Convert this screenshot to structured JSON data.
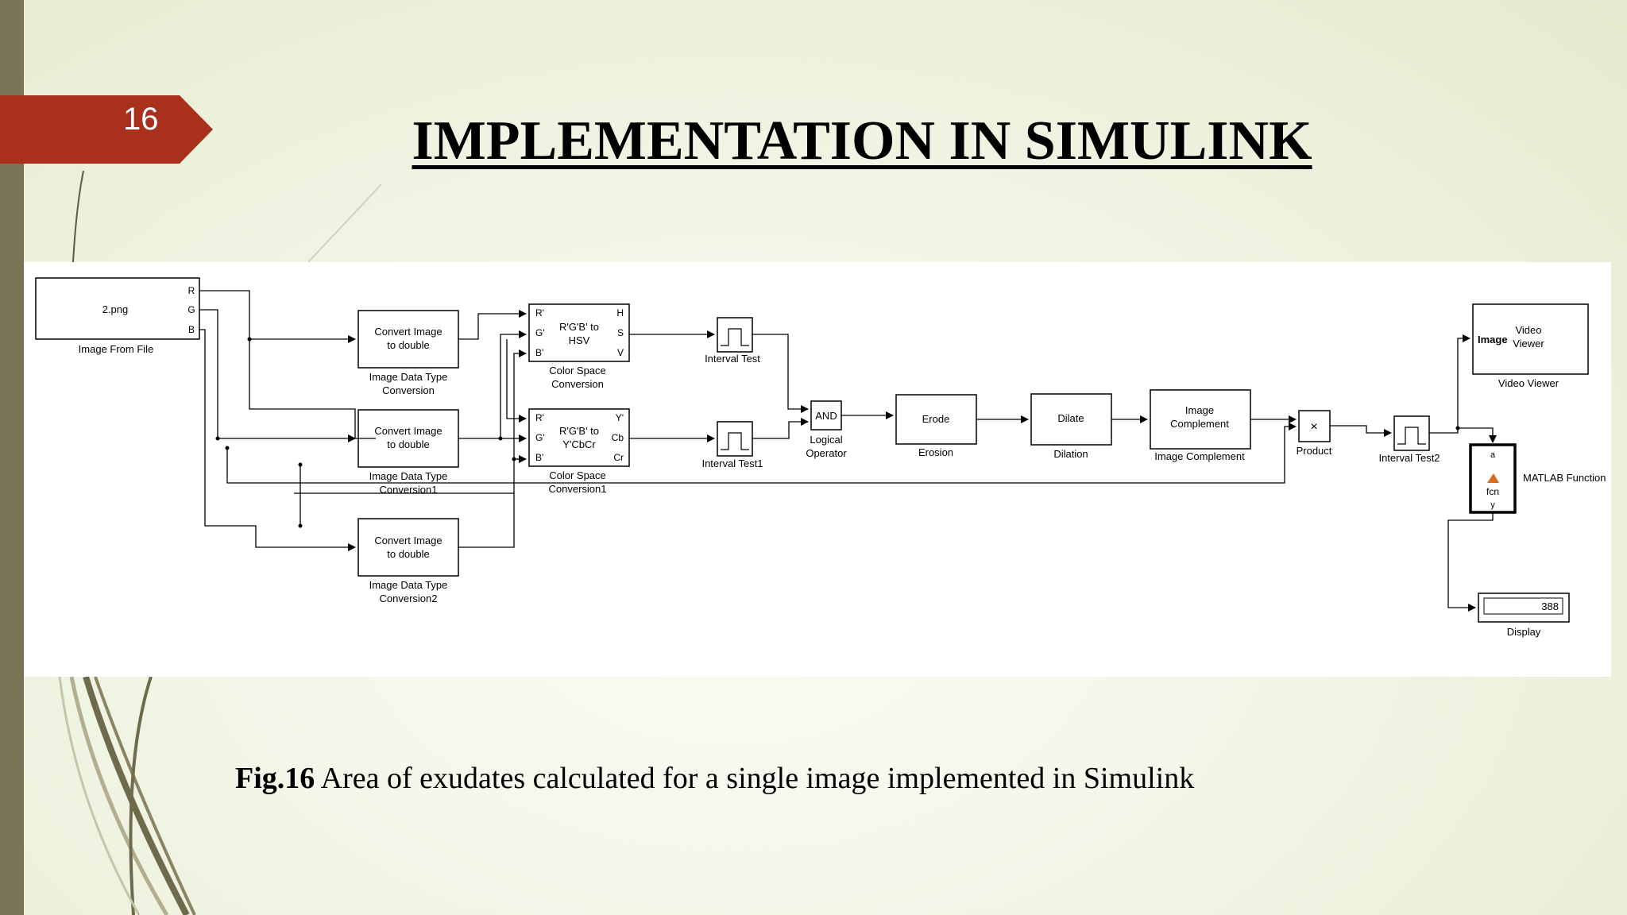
{
  "slide": {
    "number": "16",
    "title": "IMPLEMENTATION IN SIMULINK",
    "caption_bold": "Fig.16",
    "caption_text": " Area of exudates calculated for a single image implemented in Simulink"
  },
  "blocks": {
    "img_from_file": {
      "inner": "2.png",
      "label": "Image From File",
      "ports": [
        "R",
        "G",
        "B"
      ]
    },
    "conv0": {
      "line1": "Convert Image",
      "line2": "to double",
      "label1": "Image Data Type",
      "label2": "Conversion"
    },
    "conv1": {
      "line1": "Convert Image",
      "line2": "to double",
      "label1": "Image Data Type",
      "label2": "Conversion1"
    },
    "conv2": {
      "line1": "Convert Image",
      "line2": "to double",
      "label1": "Image Data Type",
      "label2": "Conversion2"
    },
    "csc0": {
      "line1": "R'G'B' to",
      "line2": "HSV",
      "in": [
        "R'",
        "G'",
        "B'"
      ],
      "out": [
        "H",
        "S",
        "V"
      ],
      "label1": "Color Space",
      "label2": "Conversion"
    },
    "csc1": {
      "line1": "R'G'B' to",
      "line2": "Y'CbCr",
      "in": [
        "R'",
        "G'",
        "B'"
      ],
      "out": [
        "Y'",
        "Cb",
        "Cr"
      ],
      "label1": "Color Space",
      "label2": "Conversion1"
    },
    "interval0": {
      "label": "Interval Test"
    },
    "interval1": {
      "label": "Interval Test1"
    },
    "interval2": {
      "label": "Interval Test2"
    },
    "logical": {
      "inner": "AND",
      "label1": "Logical",
      "label2": "Operator"
    },
    "erode": {
      "inner": "Erode",
      "label": "Erosion"
    },
    "dilate": {
      "inner": "Dilate",
      "label": "Dilation"
    },
    "complement": {
      "line1": "Image",
      "line2": "Complement",
      "label": "Image Complement"
    },
    "product": {
      "inner": "×",
      "label": "Product"
    },
    "video": {
      "port": "Image",
      "line1": "Video",
      "line2": "Viewer",
      "label": "Video Viewer"
    },
    "matlab_fn": {
      "port_top": "a",
      "inner": "fcn",
      "port_bottom": "y",
      "label": "MATLAB Function"
    },
    "display": {
      "value": "388",
      "label": "Display"
    }
  }
}
